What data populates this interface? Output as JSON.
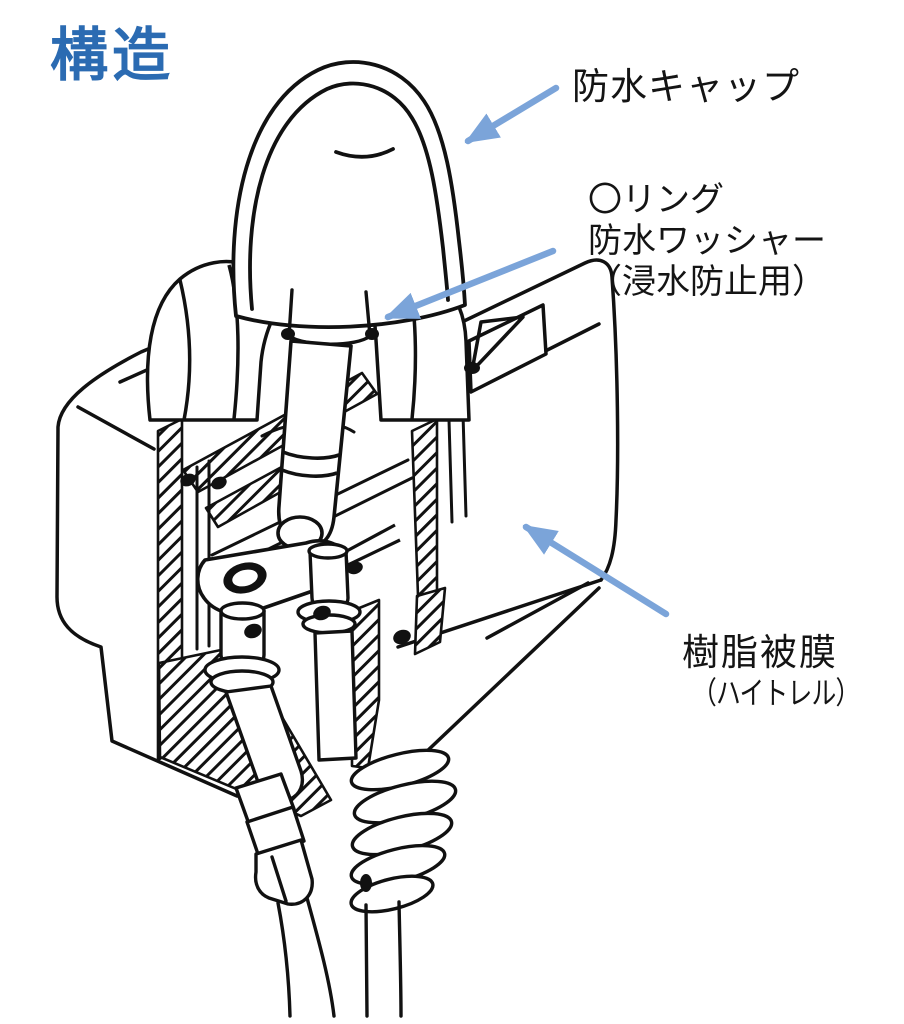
{
  "page": {
    "background": "#FFFFFF"
  },
  "title": {
    "text": "構造"
  },
  "labels": {
    "cap": "防水キャップ",
    "oring_line1": "〇リング",
    "oring_line2": "防水ワッシャー",
    "oring_line3": "（浸水防止用）",
    "resin_line1": "樹脂被膜",
    "resin_line2": "（ハイトレル）"
  },
  "colors": {
    "title_blue": "#2B6BB2",
    "arrow_blue": "#7BA4D9",
    "line_black": "#111111",
    "background": "#FFFFFF"
  },
  "icons": {
    "figure": "waterproof-toggle-switch-cutaway-drawing",
    "leader_arrows": "blue-leader-arrow"
  }
}
